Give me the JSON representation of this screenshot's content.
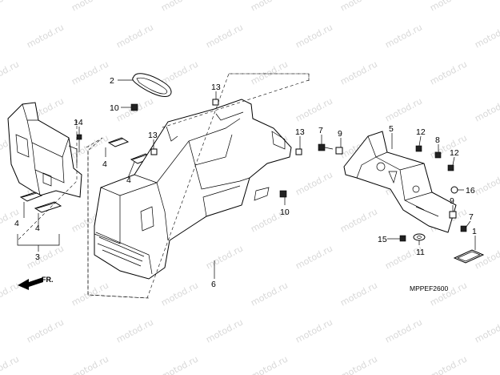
{
  "diagram": {
    "callouts": {
      "c1": "1",
      "c2": "2",
      "c3": "3",
      "c4a": "4",
      "c4b": "4",
      "c4c": "4",
      "c4d": "4",
      "c5": "5",
      "c6": "6",
      "c7a": "7",
      "c7b": "7",
      "c8": "8",
      "c9a": "9",
      "c9b": "9",
      "c10a": "10",
      "c10b": "10",
      "c11": "11",
      "c12a": "12",
      "c12b": "12",
      "c13a": "13",
      "c13b": "13",
      "c13c": "13",
      "c14": "14",
      "c15": "15",
      "c16": "16"
    },
    "direction_label": "FR.",
    "figure_code": "MPPEF2600",
    "watermark": "motod.ru"
  }
}
